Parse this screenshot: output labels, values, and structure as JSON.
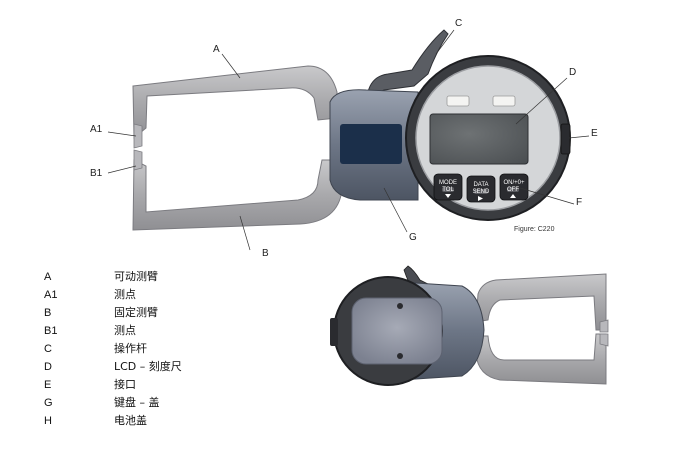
{
  "callouts": {
    "a": "A",
    "a1": "A1",
    "b": "B",
    "b1": "B1",
    "c": "C",
    "d": "D",
    "e": "E",
    "f": "F",
    "g": "G"
  },
  "device": {
    "btn_mode": "MODE",
    "btn_mode_sub": "TOL",
    "btn_data": "DATA",
    "btn_data_sub": "SEND",
    "btn_onoff": "ON/+0+",
    "btn_onoff_sub": "OFF"
  },
  "figure_caption": "Figure: C220",
  "legend": [
    {
      "key": "A",
      "desc": "可动测臂"
    },
    {
      "key": "A1",
      "desc": "测点"
    },
    {
      "key": "B",
      "desc": "固定测臂"
    },
    {
      "key": "B1",
      "desc": "测点"
    },
    {
      "key": "C",
      "desc": "操作杆"
    },
    {
      "key": "D",
      "desc": "LCD –  刻度尺"
    },
    {
      "key": "E",
      "desc": "接口"
    },
    {
      "key": "G",
      "desc": "键盘 – 盖"
    },
    {
      "key": "H",
      "desc": "电池盖"
    }
  ]
}
